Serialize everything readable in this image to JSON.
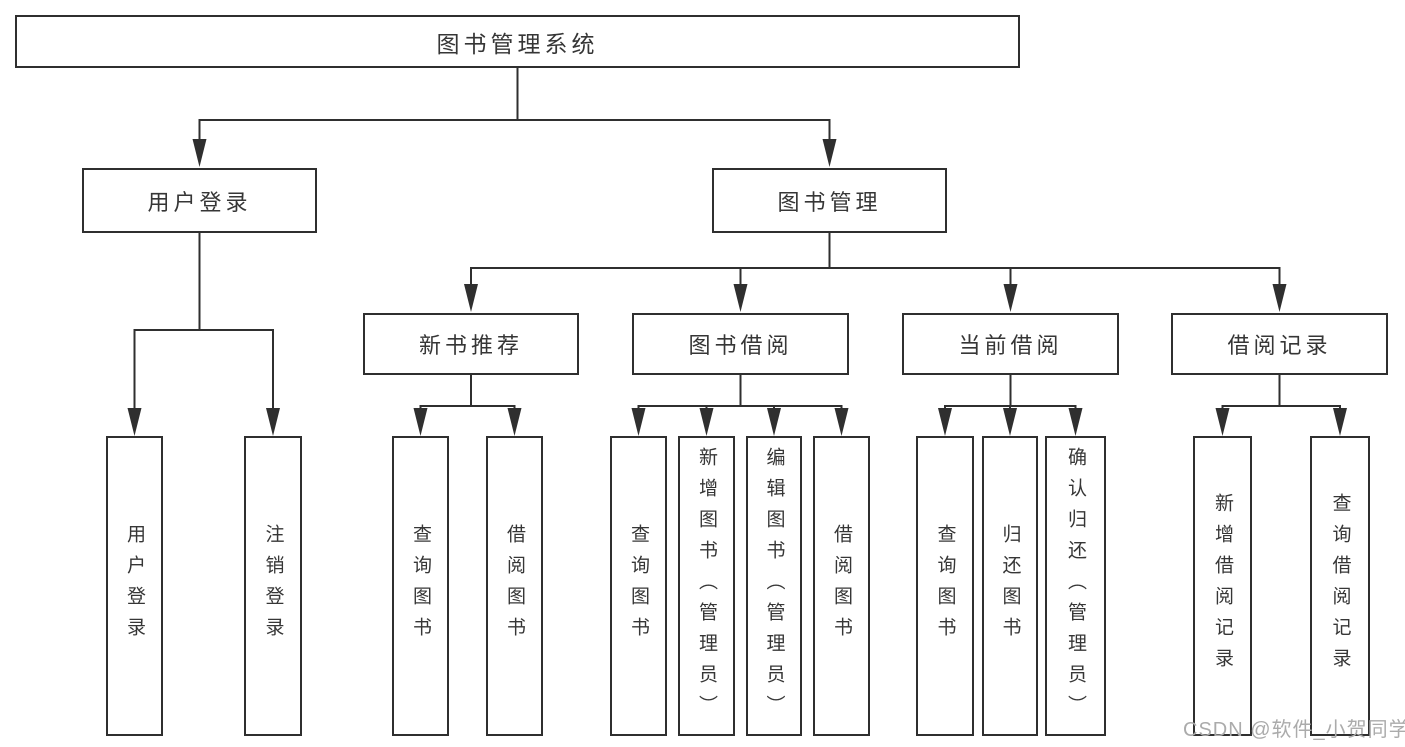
{
  "colors": {
    "line": "#2f2f2f",
    "text": "#363636",
    "watermark": "#ababab",
    "background": "#ffffff"
  },
  "watermark": {
    "text": "CSDN @软件_小贺同学"
  },
  "diagram": {
    "root": {
      "label": "图书管理系统"
    },
    "level2": [
      {
        "label": "用户登录"
      },
      {
        "label": "图书管理"
      }
    ],
    "level3": [
      {
        "label": "新书推荐"
      },
      {
        "label": "图书借阅"
      },
      {
        "label": "当前借阅"
      },
      {
        "label": "借阅记录"
      }
    ],
    "leaves": [
      {
        "label": "用户登录"
      },
      {
        "label": "注销登录"
      },
      {
        "label": "查询图书"
      },
      {
        "label": "借阅图书"
      },
      {
        "label": "查询图书"
      },
      {
        "label": "新增图书（管理员）"
      },
      {
        "label": "编辑图书（管理员）"
      },
      {
        "label": "借阅图书"
      },
      {
        "label": "查询图书"
      },
      {
        "label": "归还图书"
      },
      {
        "label": "确认归还（管理员）"
      },
      {
        "label": "新增借阅记录"
      },
      {
        "label": "查询借阅记录"
      }
    ]
  }
}
